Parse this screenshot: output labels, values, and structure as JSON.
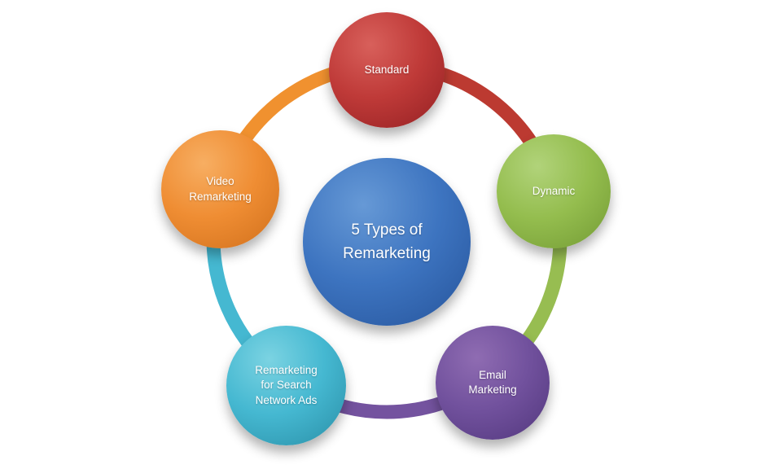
{
  "diagram": {
    "title": "5 Types of Remarketing",
    "type": "hub-and-spoke-cycle",
    "center": {
      "label": "5 Types of\nRemarketing",
      "color": "#3d74c0"
    },
    "nodes": [
      {
        "label": "Standard",
        "color": "#bf3a38",
        "position": "top"
      },
      {
        "label": "Dynamic",
        "color": "#94bd4e",
        "position": "right"
      },
      {
        "label": "Email\nMarketing",
        "color": "#71519d",
        "position": "bottom-right"
      },
      {
        "label": "Remarketing\nfor Search\nNetwork Ads",
        "color": "#45b8d1",
        "position": "bottom-left"
      },
      {
        "label": "Video\nRemarketing",
        "color": "#ef8d33",
        "position": "left"
      }
    ],
    "ring_segments": [
      {
        "from": "Standard",
        "to": "Dynamic",
        "color": "#bc3a31"
      },
      {
        "from": "Dynamic",
        "to": "Email Marketing",
        "color": "#97bd51"
      },
      {
        "from": "Email Marketing",
        "to": "Remarketing for Search Network Ads",
        "color": "#74539f"
      },
      {
        "from": "Remarketing for Search Network Ads",
        "to": "Video Remarketing",
        "color": "#45b8d1"
      },
      {
        "from": "Video Remarketing",
        "to": "Standard",
        "color": "#f0912f"
      }
    ]
  }
}
